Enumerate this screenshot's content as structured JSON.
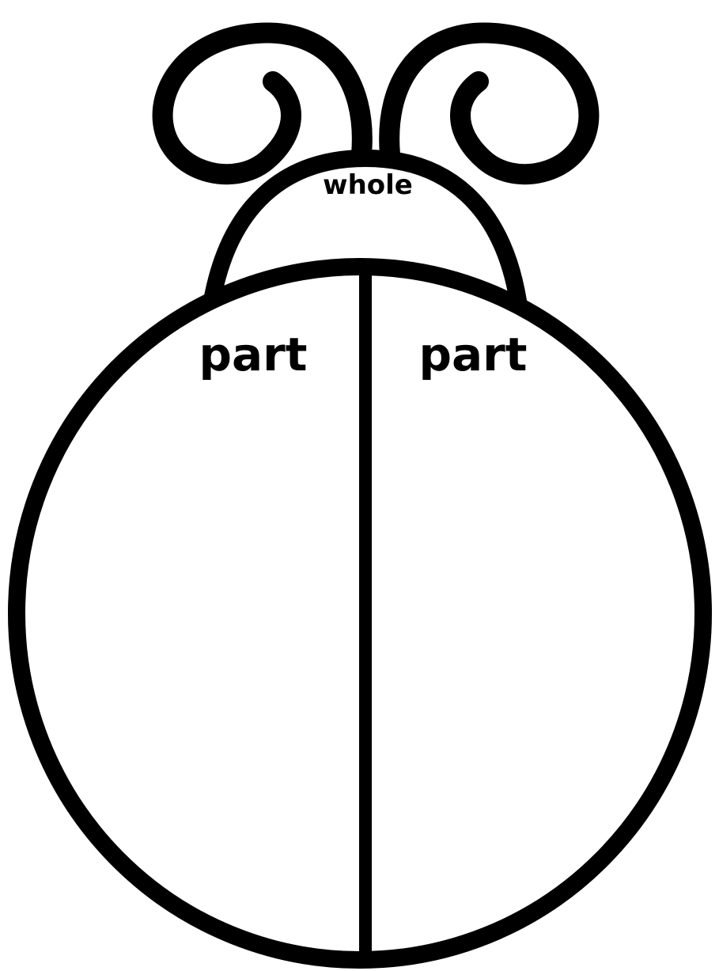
{
  "diagram": {
    "type": "part-part-whole ladybug",
    "whole_label": "whole",
    "part_labels": [
      "part",
      "part"
    ],
    "colors": {
      "outline": "#000000",
      "fill": "#ffffff"
    }
  }
}
